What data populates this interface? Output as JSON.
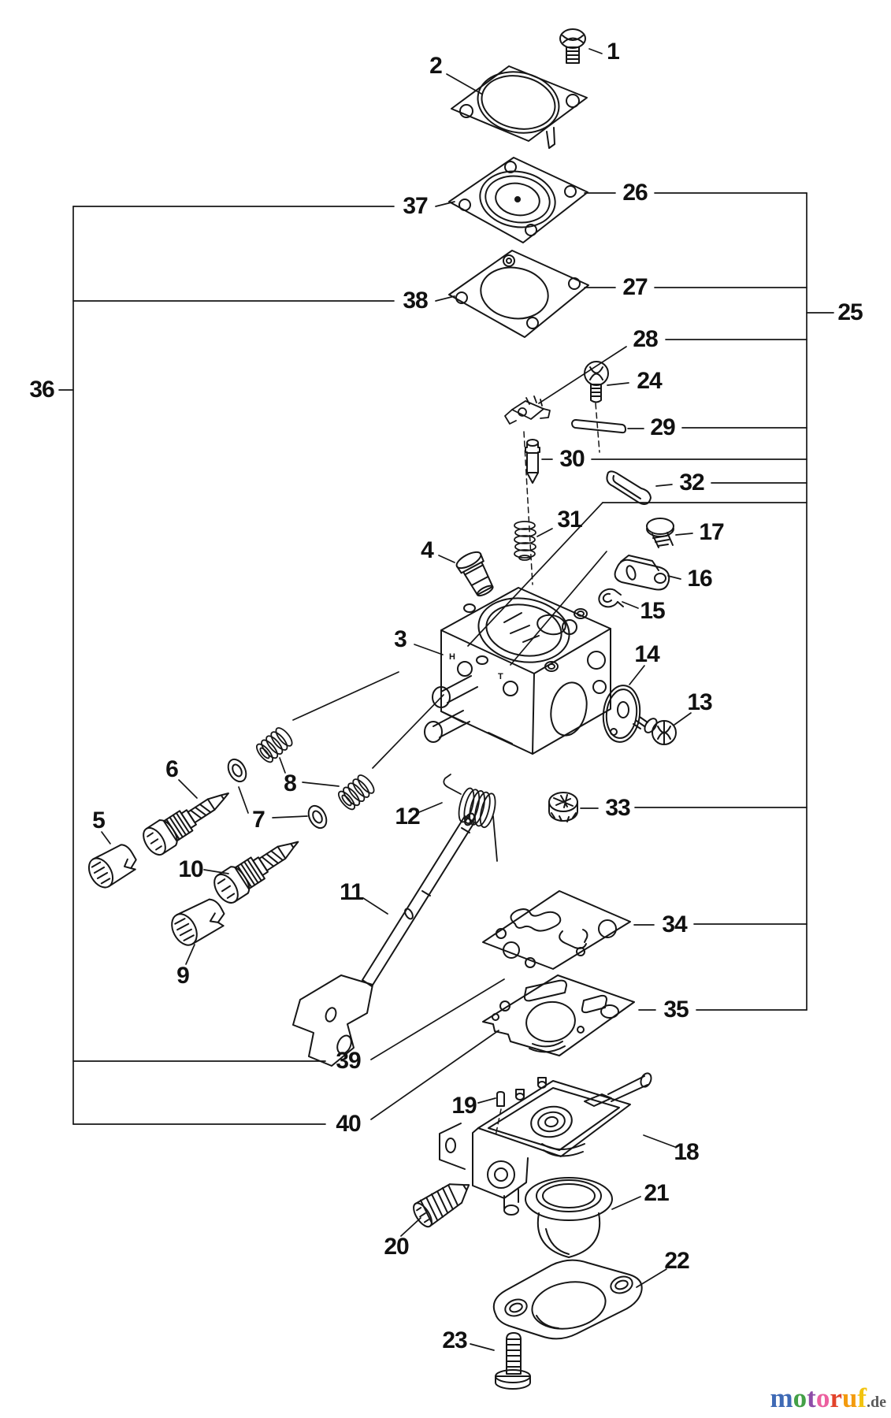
{
  "diagram_title": "carburetor-exploded-parts-diagram",
  "colors": {
    "line": "#161616",
    "label": "#111111",
    "background": "#ffffff"
  },
  "callouts": {
    "c1": "1",
    "c2": "2",
    "c3": "3",
    "c4": "4",
    "c5": "5",
    "c6": "6",
    "c7": "7",
    "c8": "8",
    "c9": "9",
    "c10": "10",
    "c11": "11",
    "c12": "12",
    "c13": "13",
    "c14": "14",
    "c15": "15",
    "c16": "16",
    "c17": "17",
    "c18": "18",
    "c19": "19",
    "c20": "20",
    "c21": "21",
    "c22": "22",
    "c23": "23",
    "c24": "24",
    "c25": "25",
    "c26": "26",
    "c27": "27",
    "c28": "28",
    "c29": "29",
    "c30": "30",
    "c31": "31",
    "c32": "32",
    "c33": "33",
    "c34": "34",
    "c35": "35",
    "c36": "36",
    "c37": "37",
    "c38": "38",
    "c39": "39",
    "c40": "40"
  },
  "body_markings": {
    "h": "H",
    "t": "T"
  },
  "watermark": {
    "text": "motoruf.de",
    "letters": [
      {
        "ch": "m",
        "color": "#3f6ab5"
      },
      {
        "ch": "o",
        "color": "#43a047"
      },
      {
        "ch": "t",
        "color": "#8e4ca8"
      },
      {
        "ch": "o",
        "color": "#ec5f9f"
      },
      {
        "ch": "r",
        "color": "#e2432b"
      },
      {
        "ch": "u",
        "color": "#f39b0e"
      },
      {
        "ch": "f",
        "color": "#f2c30f"
      },
      {
        "ch": ".de",
        "color": "#5b5b5b",
        "small": true
      }
    ]
  }
}
